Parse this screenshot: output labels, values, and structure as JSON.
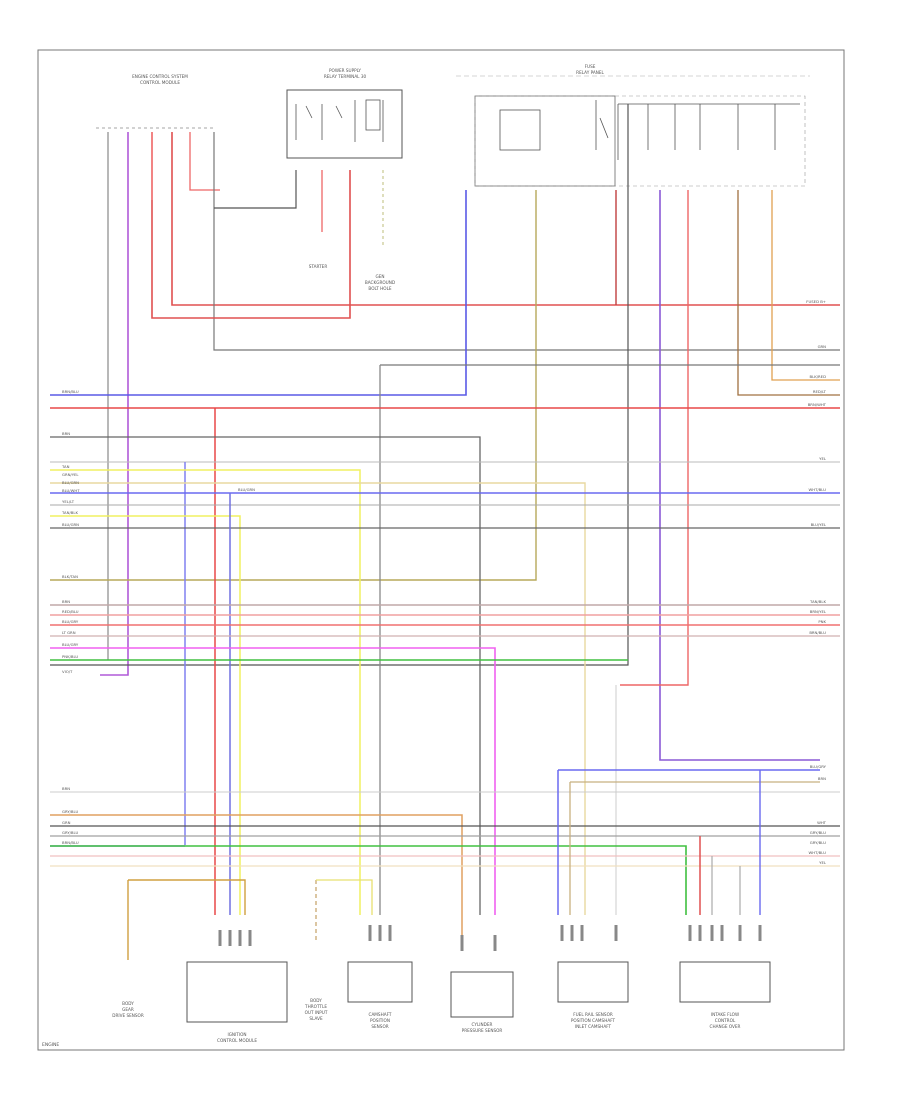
{
  "diagram": {
    "page_code": "ENGINE",
    "blocks": {
      "ecm": {
        "lines": [
          "ENGINE CONTROL SYSTEM",
          "CONTROL MODULE"
        ]
      },
      "relay": {
        "lines": [
          "POWER SUPPLY",
          "RELAY TERMINAL 30"
        ]
      },
      "fuse": {
        "lines": [
          "FUSE",
          "RELAY PANEL"
        ]
      },
      "starter": {
        "lines": [
          "STARTER"
        ]
      },
      "gen": {
        "lines": [
          "GEN",
          "BACKGROUND",
          "BOLT HOLE"
        ]
      }
    },
    "right_labels": [
      "FUSED B+",
      "GRN",
      "BLK/RED",
      "RED/LT",
      "BRN/WHT",
      "YEL",
      "WHT/BLU",
      "BLU/YEL",
      "TAN/BLK",
      "BRN/YEL",
      "PNK",
      "BRN/BLU",
      "BLU/GRY",
      "BRN",
      "WHT",
      "GRY/BLU",
      "GRY/BLU",
      "WHT/BLU",
      "YEL"
    ],
    "left_labels": [
      "BRN/BLU",
      "BRN",
      "TAN",
      "GRN/YEL",
      "BLU/GRN",
      "BLU/WHT",
      "YEL/LT",
      "TAN/BLK",
      "BLU/GRN",
      "BLK/TAN",
      "BRN",
      "RED/BLU",
      "BLU/GRY",
      "LT GRN",
      "BLU/GRY",
      "PNK/BLU",
      "VIO/T",
      "BRN",
      "GRY/BLU",
      "GRN",
      "GRY/BLU",
      "BRN/BLU"
    ],
    "mid_label": "BLU/GRN",
    "components": {
      "c1": {
        "lines": [
          "BODY",
          "GEAR",
          "DRIVE SENSOR"
        ]
      },
      "c2": {
        "lines": [
          "IGNITION",
          "CONTROL MODULE"
        ]
      },
      "c3": {
        "lines": [
          "BODY",
          "THROTTLE",
          "OUT INPUT",
          "SLAVE"
        ]
      },
      "c4": {
        "lines": [
          "CAMSHAFT",
          "POSITION",
          "SENSOR"
        ]
      },
      "c5": {
        "lines": [
          "CYLINDER",
          "PRESSURE SENSOR"
        ]
      },
      "c6": {
        "lines": [
          "FUEL RAIL SENSOR",
          "POSITION CAMSHAFT",
          "INLET CAMSHAFT"
        ]
      },
      "c7": {
        "lines": [
          "INTAKE FLOW",
          "CONTROL",
          "CHANGE OVER"
        ]
      }
    }
  }
}
